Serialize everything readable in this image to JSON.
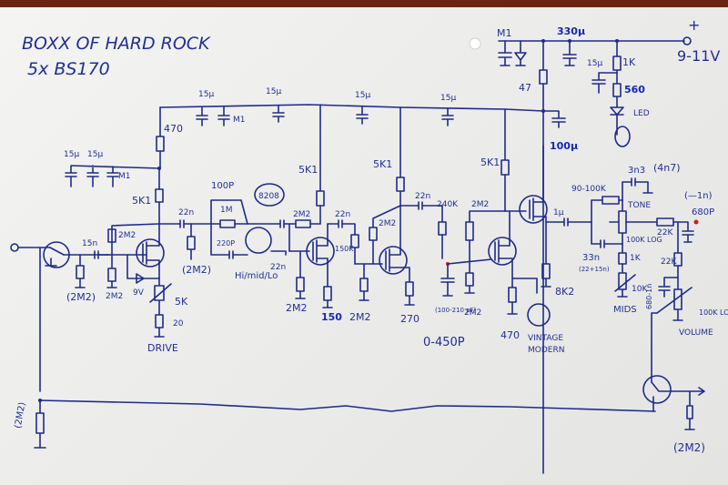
{
  "title": "BOXX OF HARD ROCK",
  "subtitle": "5x BS170",
  "power": {
    "polarity": "+",
    "voltage": "9-11V",
    "cap_330u": "330µ",
    "cap_m1": "M1",
    "res_47": "47",
    "cap_100u": "100µ",
    "cap_15u_led": "15µ",
    "res_1k": "1K",
    "res_560": "560",
    "led": "LED"
  },
  "rail": {
    "res_470": "470",
    "caps": [
      "15µ",
      "M1",
      "15µ",
      "15µ",
      "15µ"
    ]
  },
  "input": {
    "pulldown": "(2M2)",
    "cap_15n": "15n",
    "bias_top": "2M2",
    "bias_bottom": "2M2",
    "zener": "9V",
    "drain_res": "5K1",
    "drive_pot": "5K",
    "drive_res": "20",
    "drive_label": "DRIVE",
    "decouple_caps": [
      "15µ",
      "15µ",
      "M1"
    ]
  },
  "stage2": {
    "cap_22n_a": "22n",
    "res_2m2_paren": "(2M2)",
    "cap_100p": "100P",
    "res_1m": "1M",
    "cap_220p": "220P",
    "cap_8208": "8208",
    "switch_label": "Hi/mid/Lo",
    "res_2m2": "2M2",
    "cap_22n_b": "22n",
    "bias_res": "2M2",
    "drain_res": "5K1",
    "source_res": "150",
    "cap_22n_c": "22n",
    "res_150k": "150K",
    "res_2m2_bottom": "2M2"
  },
  "stage3": {
    "drain_res": "5K1",
    "bias_res": "2M2",
    "source_res": "270",
    "cap_22n": "22n",
    "res_240k": "240K",
    "trim_cap": "0-450P",
    "trim_note": "(100-210 pF)"
  },
  "stage4": {
    "drain_res": "5K1",
    "bias_top": "2M2",
    "bias_bottom": "2M2",
    "source_res": "470",
    "switch_label_1": "VINTAGE",
    "switch_label_2": "MODERN",
    "follower_res": "8K2",
    "cap_1u": "1µ"
  },
  "tone": {
    "res_90_100k": "90-100K",
    "cap_3n3": "3n3",
    "cap_4n7": "(4n7)",
    "tone_label": "TONE",
    "tone_pot": "100K LOG",
    "cap_33n": "33n",
    "cap_33n_note": "(22+15n)",
    "res_1k": "1K",
    "mids_pot": "10K",
    "mids_label": "MIDS",
    "res_22k_a": "22K",
    "res_22k_b": "22K",
    "cap_680p": "680P",
    "cap_680p_alt": "(—1n)",
    "cap_680_1n": "680-1n",
    "volume_pot": "100K LOG",
    "volume_label": "VOLUME"
  },
  "output": {
    "bypass_res": "(2M2)",
    "out_res": "(2M2)"
  }
}
